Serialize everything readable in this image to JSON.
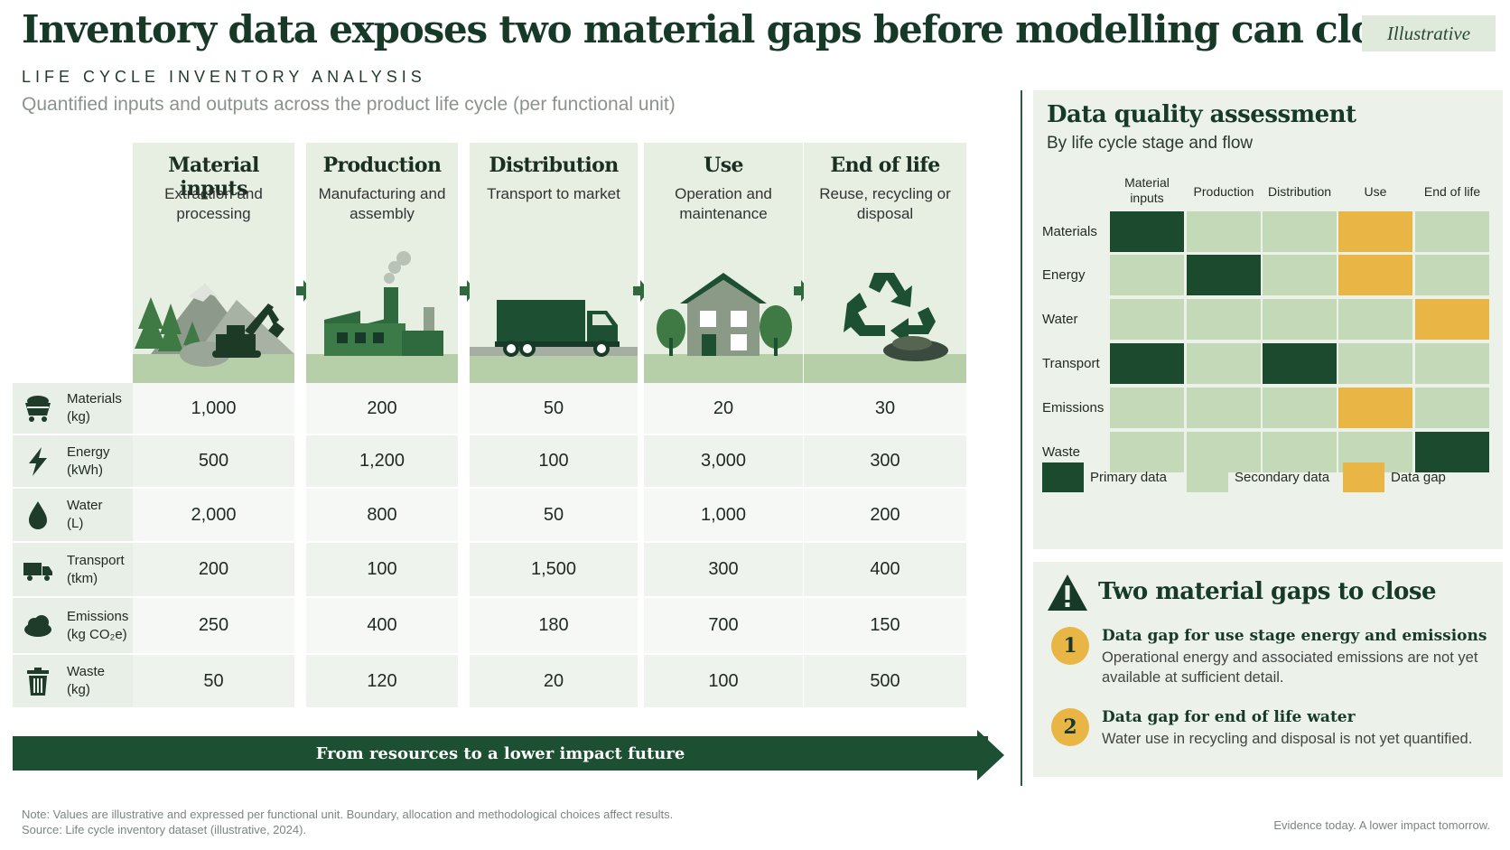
{
  "header": {
    "title": "Inventory data exposes two material gaps before modelling can close",
    "badge": "Illustrative",
    "eyebrow": "LIFE CYCLE INVENTORY ANALYSIS",
    "subtitle": "Quantified inputs and outputs across the product life cycle (per functional unit)"
  },
  "stages": [
    {
      "name": "Material inputs",
      "desc": "Extraction and processing",
      "icon": "mountain-excavator-icon"
    },
    {
      "name": "Production",
      "desc": "Manufacturing and assembly",
      "icon": "factory-icon"
    },
    {
      "name": "Distribution",
      "desc": "Transport to market",
      "icon": "truck-icon"
    },
    {
      "name": "Use",
      "desc": "Operation and maintenance",
      "icon": "house-icon"
    },
    {
      "name": "End of life",
      "desc": "Reuse, recycling or disposal",
      "icon": "recycle-icon"
    }
  ],
  "inventory": [
    {
      "label": "Materials",
      "unit": "(kg)",
      "icon": "mine-cart-icon",
      "values": [
        "1,000",
        "200",
        "50",
        "20",
        "30"
      ]
    },
    {
      "label": "Energy",
      "unit": "(kWh)",
      "icon": "lightning-icon",
      "values": [
        "500",
        "1,200",
        "100",
        "3,000",
        "300"
      ]
    },
    {
      "label": "Water",
      "unit": "(L)",
      "icon": "water-drop-icon",
      "values": [
        "2,000",
        "800",
        "50",
        "1,000",
        "200"
      ]
    },
    {
      "label": "Transport",
      "unit": "(tkm)",
      "icon": "truck-icon",
      "values": [
        "200",
        "100",
        "1,500",
        "300",
        "400"
      ]
    },
    {
      "label": "Emissions",
      "unit": "(kg CO₂e)",
      "icon": "cloud-icon",
      "values": [
        "250",
        "400",
        "180",
        "700",
        "150"
      ]
    },
    {
      "label": "Waste",
      "unit": "(kg)",
      "icon": "trash-icon",
      "values": [
        "50",
        "120",
        "20",
        "100",
        "500"
      ]
    }
  ],
  "banner": "From resources to a lower impact future",
  "footer": {
    "note": "Note: Values are illustrative and expressed per functional unit. Boundary, allocation and methodological choices affect results.",
    "source": "Source: Life cycle inventory dataset (illustrative, 2024).",
    "tagline": "Evidence today. A lower impact tomorrow."
  },
  "dq": {
    "title": "Data quality assessment",
    "subtitle": "By life cycle stage and flow",
    "columns": [
      "Material inputs",
      "Production",
      "Distribution",
      "Use",
      "End of life"
    ],
    "rows": [
      {
        "label": "Materials",
        "cells": [
          "primary",
          "secondary",
          "secondary",
          "gap",
          "secondary"
        ]
      },
      {
        "label": "Energy",
        "cells": [
          "secondary",
          "primary",
          "secondary",
          "gap",
          "secondary"
        ]
      },
      {
        "label": "Water",
        "cells": [
          "secondary",
          "secondary",
          "secondary",
          "secondary",
          "gap"
        ]
      },
      {
        "label": "Transport",
        "cells": [
          "primary",
          "secondary",
          "primary",
          "secondary",
          "secondary"
        ]
      },
      {
        "label": "Emissions",
        "cells": [
          "secondary",
          "secondary",
          "secondary",
          "gap",
          "secondary"
        ]
      },
      {
        "label": "Waste",
        "cells": [
          "secondary",
          "secondary",
          "secondary",
          "secondary",
          "primary"
        ]
      }
    ],
    "legend": [
      {
        "key": "primary",
        "label": "Primary data",
        "color": "#1c4a2e"
      },
      {
        "key": "secondary",
        "label": "Secondary data",
        "color": "#c3d9b8"
      },
      {
        "key": "gap",
        "label": "Data gap",
        "color": "#e9b646"
      }
    ]
  },
  "gaps": {
    "title": "Two material gaps to close",
    "icon": "warning-triangle-icon",
    "items": [
      {
        "num": "1",
        "head": "Data gap for use stage energy and emissions",
        "body": "Operational energy and associated emissions are not yet available at sufficient detail."
      },
      {
        "num": "2",
        "head": "Data gap for end of life water",
        "body": "Water use in recycling and disposal is not yet quantified."
      }
    ]
  },
  "colors": {
    "primary_green": "#1c4a2e",
    "secondary_green": "#c3d9b8",
    "gap_amber": "#e9b646"
  }
}
